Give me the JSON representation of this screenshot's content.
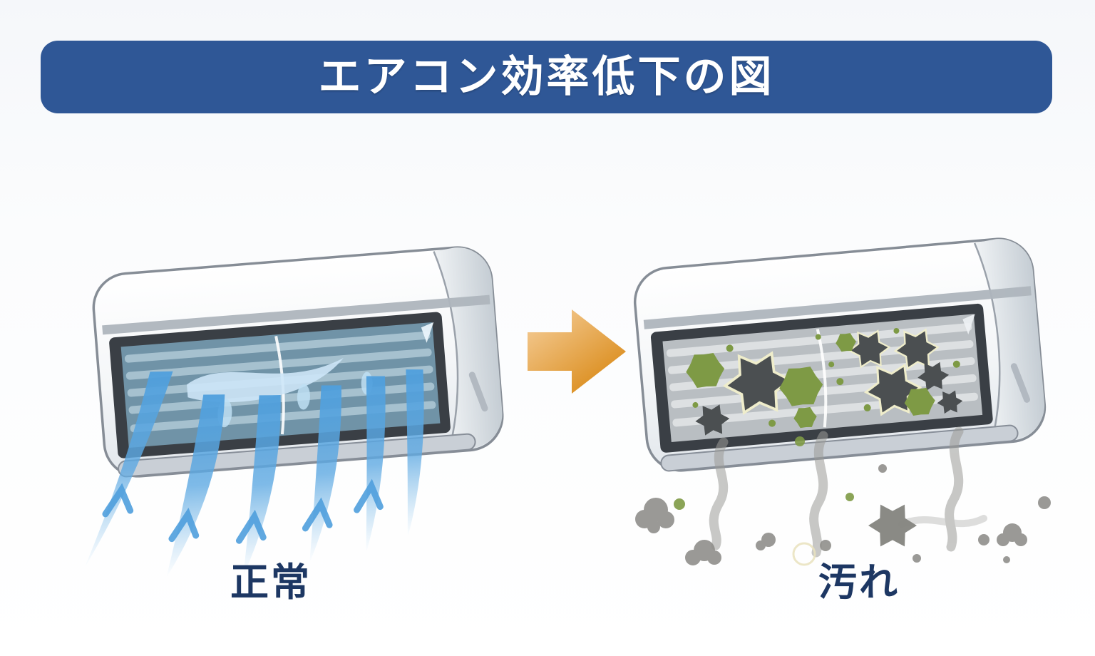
{
  "title_bar": {
    "text": "エアコン効率低下の図"
  },
  "figures": {
    "clean": {
      "label": "正常",
      "description": "air conditioner blowing clean blue air"
    },
    "dirty": {
      "label": "汚れ",
      "description": "air conditioner with mold spots emitting dust and smoke"
    }
  },
  "icons": {
    "arrow": "arrow-right-icon"
  },
  "palette": {
    "title-bar-bg": "#2F5796",
    "label-color": "#1D3763",
    "air-blue": "#4F9FDD",
    "air-blue-light": "#CDE6F7",
    "arrow-light": "#F6D09E",
    "arrow-dark": "#D8860F",
    "body-outline": "#868D96",
    "frame-dark": "#3A3F45",
    "fins-clean-bg": "#7093A7",
    "fins-clean-slat": "#A9C4D2",
    "fins-dirty-bg": "#B9BEC2",
    "fins-dirty-slat": "#DFE2E4",
    "mold-dark": "#4B4F51",
    "mold-green": "#7E9A45",
    "mold-halo": "#EFEDCB",
    "smoke-gray": "#908F8B"
  }
}
